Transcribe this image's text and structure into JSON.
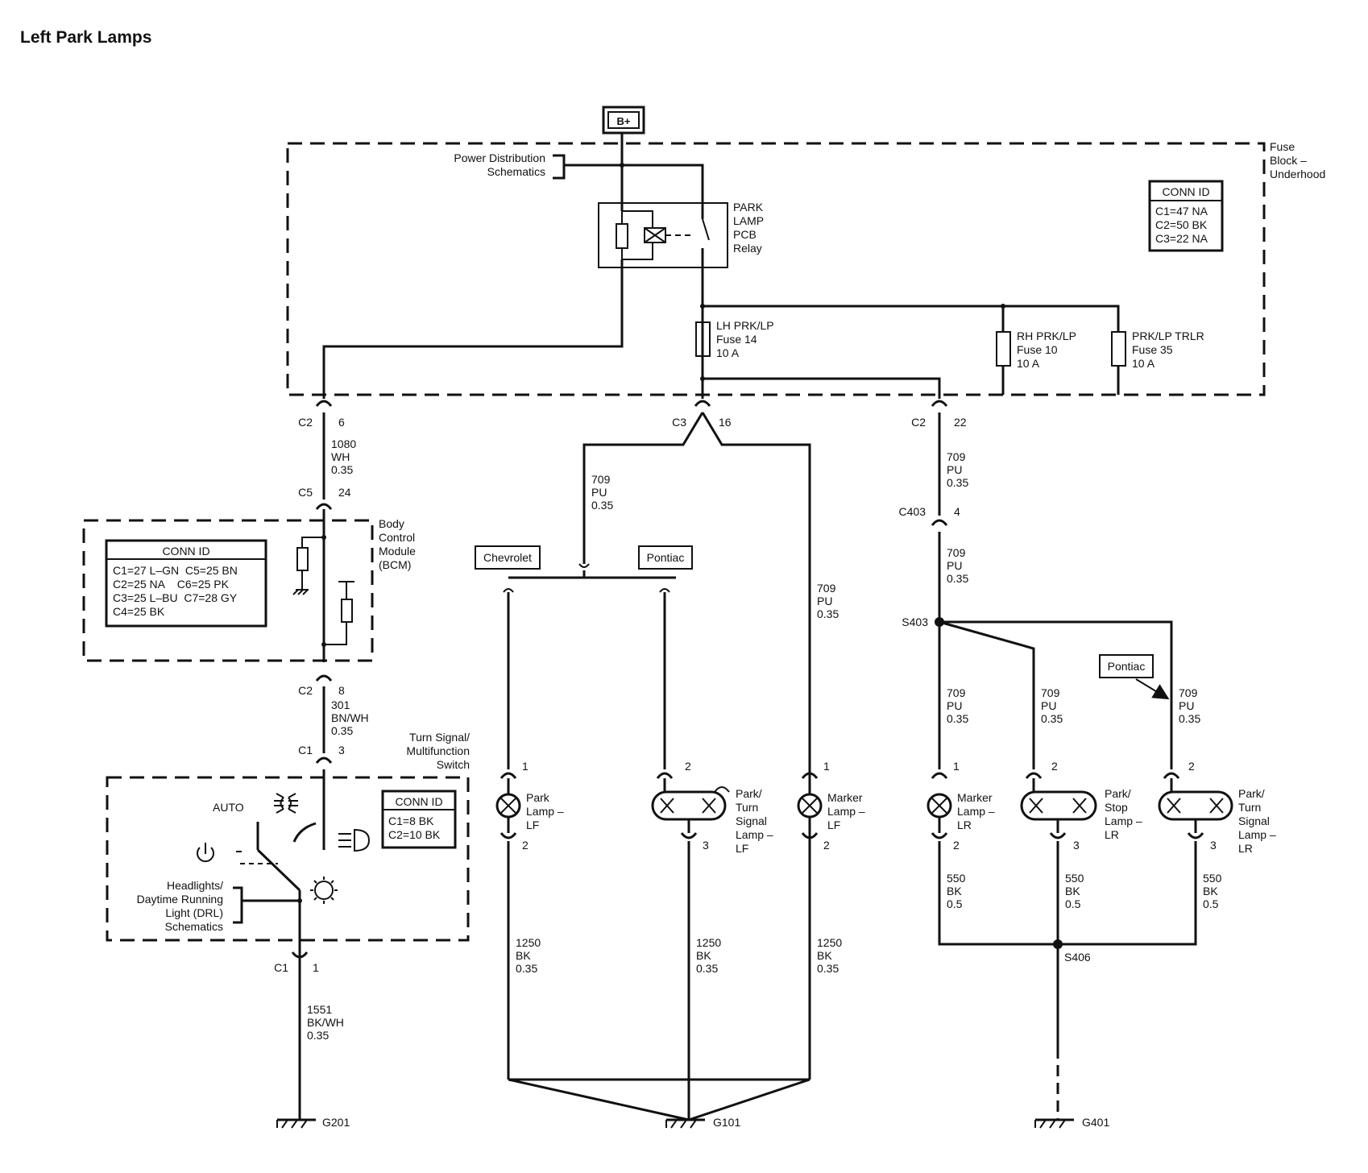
{
  "title": "Left Park Lamps",
  "power": "B+",
  "fuse_block": {
    "label": [
      "Fuse",
      "Block –",
      "Underhood"
    ]
  },
  "fuse_block_conn": {
    "title": "CONN ID",
    "lines": [
      "C1=47 NA",
      "C2=50 BK",
      "C3=22 NA"
    ]
  },
  "power_dist": [
    "Power Distribution",
    "Schematics"
  ],
  "relay": [
    "PARK",
    "LAMP",
    "PCB",
    "Relay"
  ],
  "fuses": [
    [
      "LH PRK/LP",
      "Fuse 14",
      "10 A"
    ],
    [
      "RH PRK/LP",
      "Fuse 10",
      "10 A"
    ],
    [
      "PRK/LP TRLR",
      "Fuse 35",
      "10 A"
    ]
  ],
  "bcm": {
    "label": [
      "Body",
      "Control",
      "Module",
      "(BCM)"
    ],
    "conn_title": "CONN ID",
    "conn_lines": [
      "C1=27 L–GN  C5=25 BN",
      "C2=25 NA    C6=25 PK",
      "C3=25 L–BU  C7=28 GY",
      "C4=25 BK"
    ]
  },
  "switch": {
    "label": [
      "Turn Signal/",
      "Multifunction",
      "Switch"
    ],
    "conn_title": "CONN ID",
    "conn_lines": [
      "C1=8 BK",
      "C2=10 BK"
    ],
    "auto": "AUTO",
    "headlight_ref": [
      "Headlights/",
      "Daytime Running",
      "Light (DRL)",
      "Schematics"
    ]
  },
  "connectors": {
    "c2_6": [
      "C2",
      "6"
    ],
    "c5_24": [
      "C5",
      "24"
    ],
    "c2_8": [
      "C2",
      "8"
    ],
    "c1_3": [
      "C1",
      "3"
    ],
    "c1_1": [
      "C1",
      "1"
    ],
    "c3_16": [
      "C3",
      "16"
    ],
    "c2_22": [
      "C2",
      "22"
    ],
    "c403_4": [
      "C403",
      "4"
    ]
  },
  "wires": {
    "w1080": [
      "1080",
      "WH",
      "0.35"
    ],
    "w301": [
      "301",
      "BN/WH",
      "0.35"
    ],
    "w1551": [
      "1551",
      "BK/WH",
      "0.35"
    ],
    "w709_a": [
      "709",
      "PU",
      "0.35"
    ],
    "w709_b": [
      "709",
      "PU",
      "0.35"
    ],
    "w709_c": [
      "709",
      "PU",
      "0.35"
    ],
    "w709_d": [
      "709",
      "PU",
      "0.35"
    ],
    "w709_e": [
      "709",
      "PU",
      "0.35"
    ],
    "w709_f": [
      "709",
      "PU",
      "0.35"
    ],
    "w709_g": [
      "709",
      "PU",
      "0.35"
    ],
    "w1250_a": [
      "1250",
      "BK",
      "0.35"
    ],
    "w1250_b": [
      "1250",
      "BK",
      "0.35"
    ],
    "w1250_c": [
      "1250",
      "BK",
      "0.35"
    ],
    "w550_a": [
      "550",
      "BK",
      "0.5"
    ],
    "w550_b": [
      "550",
      "BK",
      "0.5"
    ],
    "w550_c": [
      "550",
      "BK",
      "0.5"
    ]
  },
  "options": {
    "chevrolet": "Chevrolet",
    "pontiac": "Pontiac",
    "pontiac2": "Pontiac"
  },
  "lamps": {
    "park_lf": [
      "Park",
      "Lamp –",
      "LF"
    ],
    "park_turn_lf": [
      "Park/",
      "Turn",
      "Signal",
      "Lamp –",
      "LF"
    ],
    "marker_lf": [
      "Marker",
      "Lamp –",
      "LF"
    ],
    "marker_lr": [
      "Marker",
      "Lamp –",
      "LR"
    ],
    "park_stop_lr": [
      "Park/",
      "Stop",
      "Lamp –",
      "LR"
    ],
    "park_turn_lr": [
      "Park/",
      "Turn",
      "Signal",
      "Lamp –",
      "LR"
    ]
  },
  "pins": {
    "p1": "1",
    "p2": "2",
    "p3": "3"
  },
  "splices": {
    "s403": "S403",
    "s406": "S406"
  },
  "grounds": {
    "g201": "G201",
    "g101": "G101",
    "g401": "G401"
  }
}
